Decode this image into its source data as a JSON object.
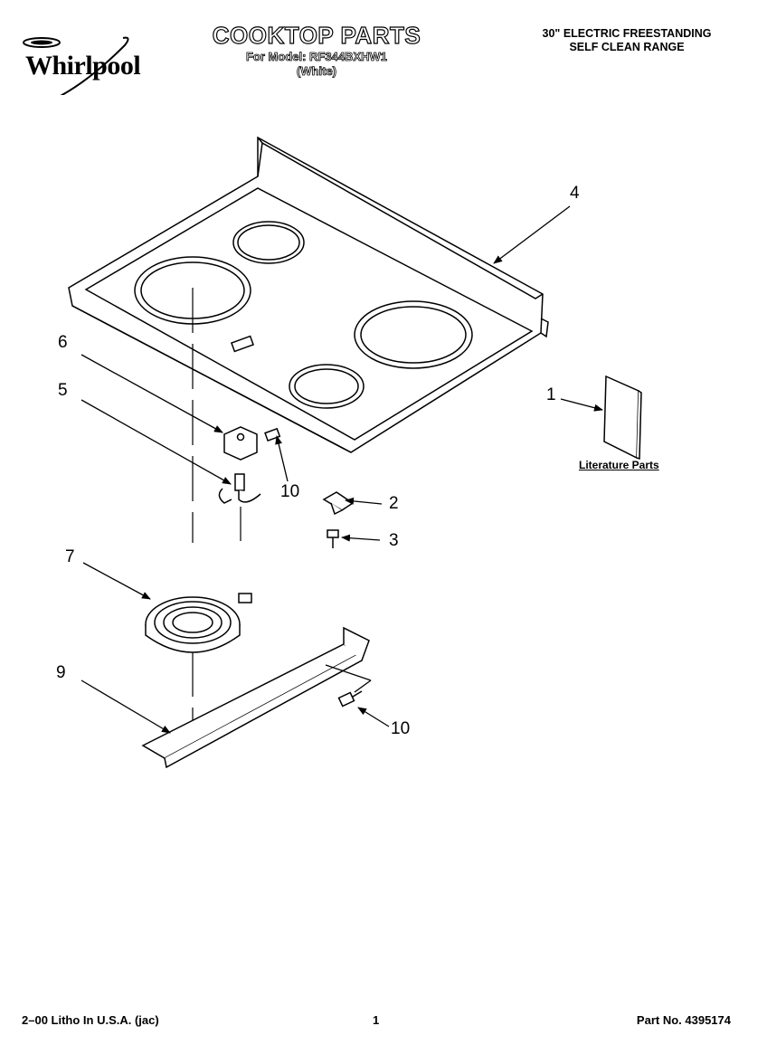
{
  "header": {
    "brand": "Whirlpool",
    "title": "COOKTOP PARTS",
    "model_line": "For Model: RF344BXHW1",
    "color_line": "(White)",
    "range_desc_line1": "30\" ELECTRIC FREESTANDING",
    "range_desc_line2": "SELF CLEAN RANGE"
  },
  "diagram": {
    "callouts": {
      "c1": "1",
      "c2": "2",
      "c3": "3",
      "c4": "4",
      "c5": "5",
      "c6": "6",
      "c7": "7",
      "c9": "9",
      "c10a": "10",
      "c10b": "10"
    },
    "literature_label": "Literature Parts"
  },
  "footer": {
    "print_info": "2–00 Litho In U.S.A. (jac)",
    "page_number": "1",
    "part_number": "Part No. 4395174"
  }
}
